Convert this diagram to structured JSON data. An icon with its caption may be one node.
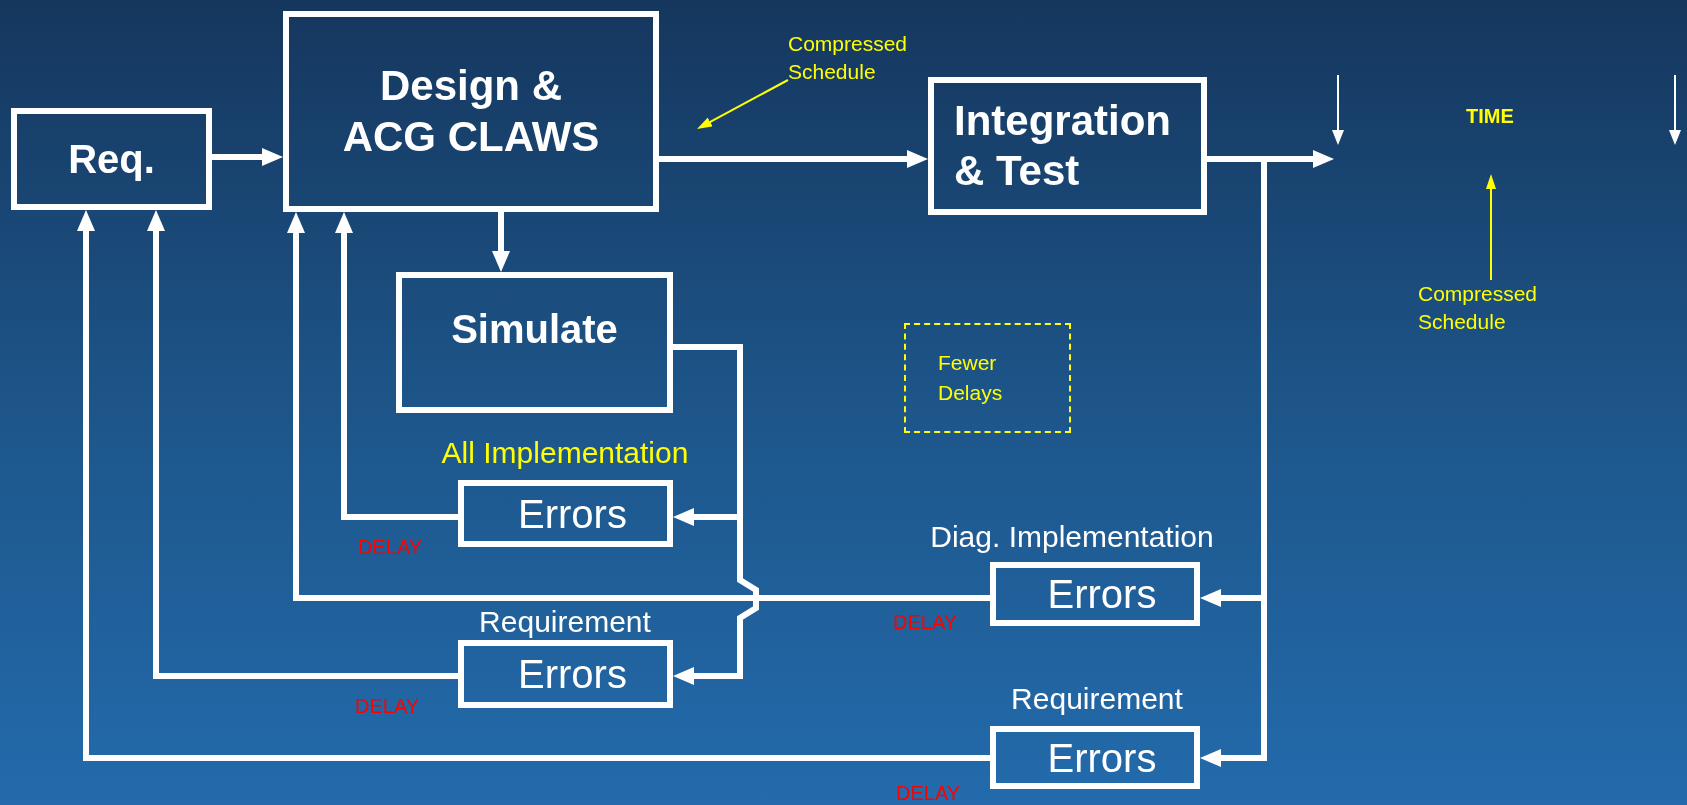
{
  "diagram": {
    "nodes": [
      {
        "text": [
          "Req."
        ]
      },
      {
        "text": [
          "Design & ACG CLAWS"
        ]
      },
      {
        "text": [
          "Integration & Test"
        ]
      },
      {
        "text": [
          "Simulate"
        ]
      },
      {
        "text": [
          "All Implementation",
          "Errors"
        ],
        "beside": [
          "DELAY"
        ]
      },
      {
        "text": [
          "Requirement",
          "Errors"
        ],
        "beside": [
          "DELAY"
        ]
      },
      {
        "text": [
          "Diag. Implementation",
          "Errors"
        ],
        "beside": [
          "DELAY"
        ]
      },
      {
        "text": [
          "Requirement",
          "Errors"
        ],
        "beside": [
          "DELAY"
        ]
      },
      {
        "text": [
          "Fewer Delays"
        ]
      },
      {
        "text": [
          "Compressed Schedule"
        ]
      },
      {
        "text": [
          "Compressed Schedule"
        ]
      }
    ],
    "edges": [
      {
        "from": 0,
        "to": 1,
        "arrow": "to"
      },
      {
        "from": 1,
        "to": 2,
        "arrow": "to"
      },
      {
        "from": 1,
        "to": 3,
        "arrow": "to"
      },
      {
        "from": 3,
        "to": 4,
        "arrow": "to"
      },
      {
        "from": 3,
        "to": 5,
        "arrow": "to"
      },
      {
        "from": 4,
        "to": 1,
        "arrow": "to"
      },
      {
        "from": 5,
        "to": 0,
        "arrow": "to"
      },
      {
        "from": 2,
        "to": 6,
        "arrow": "to"
      },
      {
        "from": 2,
        "to": 7,
        "arrow": "to"
      },
      {
        "from": 6,
        "to": 1,
        "arrow": "to"
      },
      {
        "from": 7,
        "to": 0,
        "arrow": "to"
      },
      {
        "from": 2,
        "to": null,
        "arrow": "to"
      },
      {
        "from": 9,
        "to": null,
        "arrow": "to",
        "color": "#ffff00"
      },
      {
        "from": 10,
        "to": null,
        "arrow": "to",
        "color": "#ffff00"
      }
    ],
    "labels": [
      "TIME"
    ]
  }
}
